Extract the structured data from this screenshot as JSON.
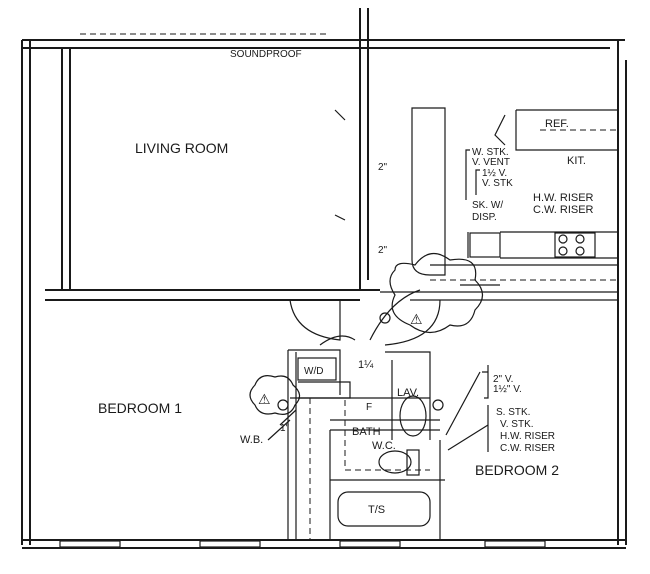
{
  "plan": {
    "soundproof": "SOUNDPROOF",
    "rooms": {
      "living_room": "LIVING ROOM",
      "bedroom1": "BEDROOM 1",
      "bedroom2": "BEDROOM 2",
      "kitchen": "KIT.",
      "bath": "BATH"
    },
    "kitchen_labels": {
      "ref": "REF.",
      "w_stk": "W. STK.",
      "v_vent": "V. VENT",
      "v_1_5": "1½ V.",
      "v_stk": "V. STK",
      "hw_riser": "H.W. RISER",
      "cw_riser": "C.W. RISER",
      "sink1": "SK. W/",
      "sink2": "DISP."
    },
    "pipe_sizes": {
      "living_upper": "2\"",
      "living_lower": "2\"",
      "one_quarter": "1¼",
      "one_inch": "1\""
    },
    "bath_labels": {
      "wd": "W/D",
      "lav": "LAV.",
      "f": "F",
      "wb": "W.B.",
      "wc": "W.C.",
      "ts": "T/S"
    },
    "bedroom2_notes": {
      "v2": "2\" V.",
      "v15": "1½\" V.",
      "s_stk": "S. STK.",
      "v_stk": "V. STK.",
      "hw_riser": "H.W. RISER",
      "cw_riser": "C.W. RISER"
    },
    "warning_symbol": "⚠"
  }
}
